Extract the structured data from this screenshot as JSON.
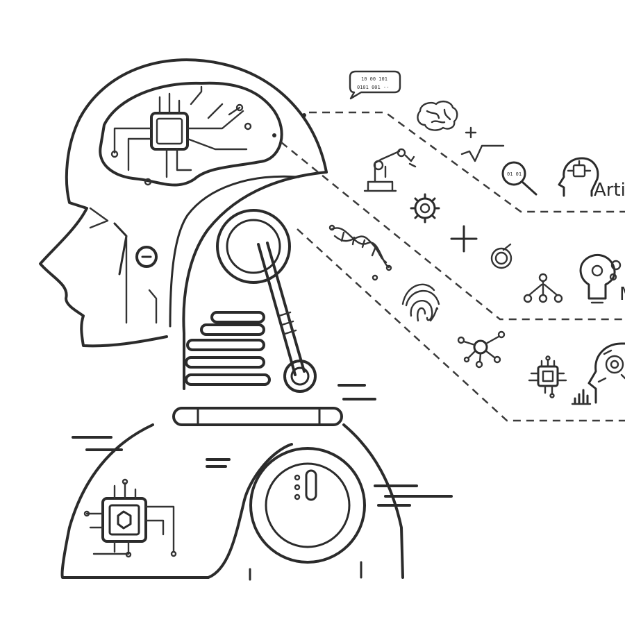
{
  "labels": {
    "artificial": "Arti",
    "machine": "M"
  },
  "speech_bubble": {
    "line1": "10 00 101",
    "line2": "0101 001 --"
  },
  "icons": [
    "speech-bubble-icon",
    "brain-icon",
    "plus-icon",
    "square-root-icon",
    "magnifier-binary-icon",
    "robot-arm-icon",
    "gear-icon",
    "dna-icon",
    "target-icon",
    "hierarchy-icon",
    "lightbulb-gears-icon",
    "fingerprint-icon",
    "network-icon",
    "chip-icon",
    "bar-chart-icon",
    "ai-head-icon"
  ],
  "colors": {
    "line": "#2b2b2b",
    "background": "#ffffff"
  }
}
